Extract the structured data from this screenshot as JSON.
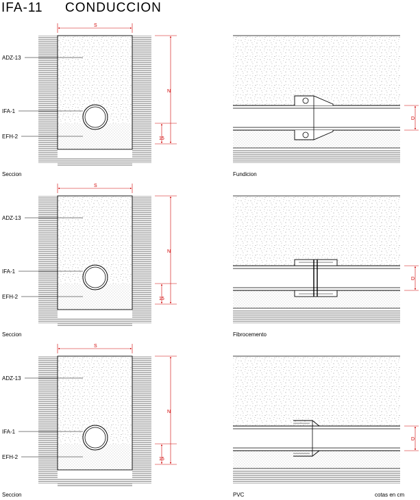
{
  "header": {
    "code": "IFA-11",
    "name": "CONDUCCION"
  },
  "labels": {
    "fill_upper": "ADZ-13",
    "pipe": "IFA-1",
    "bedding": "EFH-2",
    "dim_width": "S",
    "dim_height": "N",
    "dim_bed": "15",
    "dim_diameter": "D"
  },
  "sections": [
    {
      "caption": "Seccion",
      "joint_caption": "Fundicion"
    },
    {
      "caption": "Seccion",
      "joint_caption": "Fibrocemento"
    },
    {
      "caption": "Seccion",
      "joint_caption": "PVC"
    }
  ],
  "footer": {
    "units_note": "cotas en cm"
  },
  "colors": {
    "dimension": "#d00000",
    "line": "#000000"
  }
}
